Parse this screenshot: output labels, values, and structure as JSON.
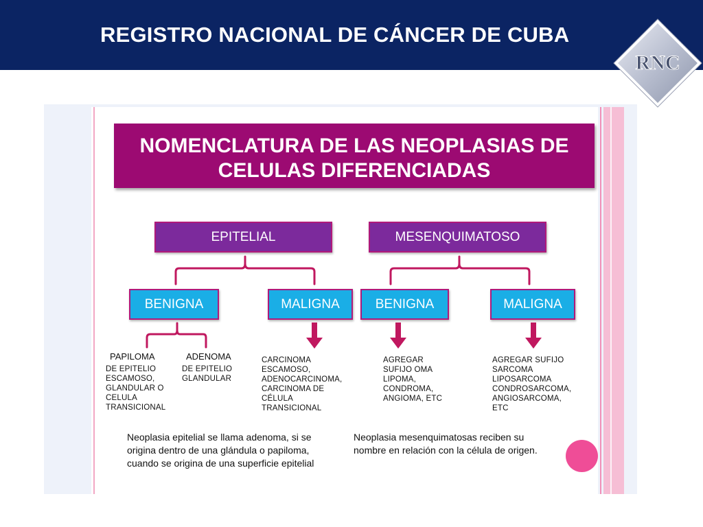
{
  "header": {
    "title": "REGISTRO NACIONAL DE CÁNCER DE CUBA",
    "logo_text": "RNC",
    "background": "#0b2463"
  },
  "banner": {
    "title_line1": "NOMENCLATURA DE LAS NEOPLASIAS DE",
    "title_line2": "CELULAS DIFERENCIADAS",
    "color": "#9c0a72"
  },
  "tree": {
    "epitelial": {
      "label": "EPITELIAL",
      "benigna": {
        "label": "BENIGNA",
        "papiloma_title": "PAPILOMA",
        "papiloma_desc": "DE EPITELIO\nESCAMOSO,\nGLANDULAR O\nCELULA\nTRANSICIONAL",
        "adenoma_title": "ADENOMA",
        "adenoma_desc": "DE EPITELIO\nGLANDULAR"
      },
      "maligna": {
        "label": "MALIGNA",
        "desc": "CARCINOMA\nESCAMOSO,\nADENOCARCINOMA,\nCARCINOMA DE\nCÉLULA\nTRANSICIONAL"
      }
    },
    "mesenquimatoso": {
      "label": "MESENQUIMATOSO",
      "benigna": {
        "label": "BENIGNA",
        "desc": "AGREGAR\nSUFIJO OMA\nLIPOMA,\nCONDROMA,\nANGIOMA, ETC"
      },
      "maligna": {
        "label": "MALIGNA",
        "desc": "AGREGAR SUFIJO\nSARCOMA\nLIPOSARCOMA\nCONDROSARCOMA,\nANGIOSARCOMA,\nETC"
      }
    }
  },
  "notes": {
    "left": "Neoplasia epitelial se llama adenoma, si se\norigina dentro de una glándula o papiloma,\ncuando se origina de una superficie epitelial",
    "right": "Neoplasia mesenquimatosas reciben su\nnombre en relación con la célula de origen."
  },
  "colors": {
    "purple_box": "#7c2a9c",
    "cyan_box": "#1aaee6",
    "connector": "#c0185f",
    "accent_circle": "#ef4d97"
  }
}
